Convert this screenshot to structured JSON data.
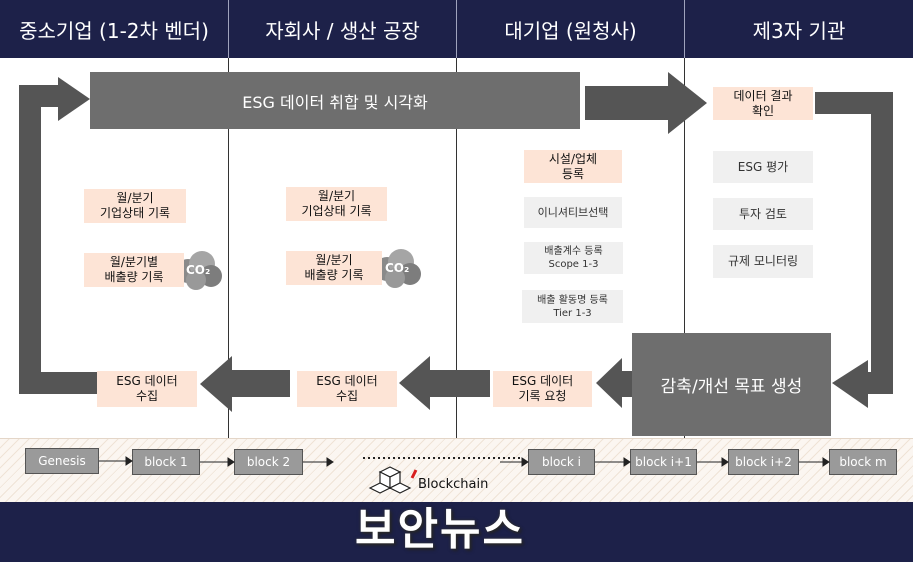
{
  "header": {
    "columns": [
      "중소기업 (1-2차 벤더)",
      "자회사 / 생산 공장",
      "대기업 (원청사)",
      "제3자 기관"
    ]
  },
  "main_flow": {
    "top_bar": "ESG 데이터 취합 및 시각화",
    "improvement_box": "감축/개선 목표 생성"
  },
  "sme": {
    "status_record": "월/분기\n기업상태 기록",
    "emission_record": "월/분기별\n배출량 기록",
    "collect": "ESG 데이터\n수집"
  },
  "subsidiary": {
    "status_record": "월/분기\n기업상태 기록",
    "emission_record": "월/분기\n배출량 기록",
    "collect": "ESG 데이터\n수집"
  },
  "enterprise": {
    "facility_register": "시설/업체\n등록",
    "initiative_select": "이니셔티브선택",
    "emission_factor": "배출계수 등록\nScope 1-3",
    "activity_register": "배출 활동명 등록\nTier 1-3",
    "request": "ESG 데이터\n기록 요청"
  },
  "third_party": {
    "confirm": "데이터 결과\n확인",
    "evaluation": "ESG 평가",
    "investment": "투자 검토",
    "monitoring": "규제 모니터링"
  },
  "co2_label": "CO₂",
  "blockchain": {
    "label": "Blockchain",
    "blocks": [
      "Genesis",
      "block 1",
      "block 2",
      "block i",
      "block i+1",
      "block i+2",
      "block m"
    ]
  },
  "watermark": "보안뉴스",
  "colors": {
    "header_bg": "#1d2149",
    "arrow": "#555555",
    "peach_box": "#fde4d6",
    "grey_box": "#6e6e6e"
  }
}
